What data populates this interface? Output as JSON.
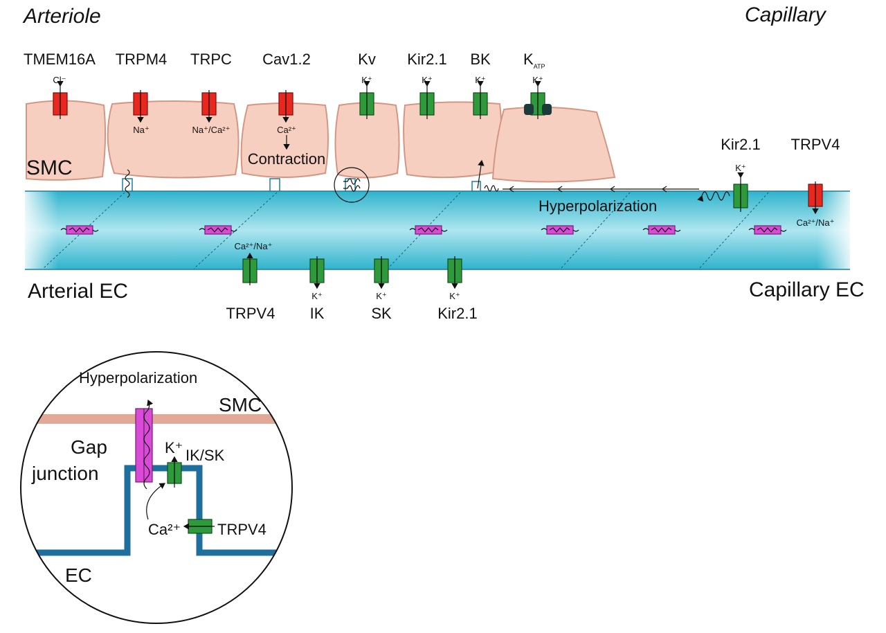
{
  "titles": {
    "left": "Arteriole",
    "right": "Capillary"
  },
  "regions": {
    "smc": "SMC",
    "arterial_ec": "Arterial EC",
    "capillary_ec": "Capillary EC",
    "hyperpolarization": "Hyperpolarization",
    "contraction": "Contraction"
  },
  "smc_channels": [
    {
      "name": "TMEM16A",
      "ion": "Cl⁻",
      "color": "red"
    },
    {
      "name": "TRPM4",
      "ion": "Na⁺",
      "color": "red"
    },
    {
      "name": "TRPC",
      "ion": "Na⁺/Ca²⁺",
      "color": "red"
    },
    {
      "name": "Cav1.2",
      "ion": "Ca²⁺",
      "color": "red"
    },
    {
      "name": "Kv",
      "ion": "K⁺",
      "color": "green"
    },
    {
      "name": "Kir2.1",
      "ion": "K⁺",
      "color": "green"
    },
    {
      "name": "BK",
      "ion": "K⁺",
      "color": "green"
    },
    {
      "name": "K",
      "subscript": "ATP",
      "ion": "K⁺",
      "color": "green"
    }
  ],
  "capillary_channels": [
    {
      "name": "Kir2.1",
      "ion": "K⁺",
      "color": "green"
    },
    {
      "name": "TRPV4",
      "ion": "Ca²⁺/Na⁺",
      "color": "red"
    }
  ],
  "ec_channels": [
    {
      "name": "TRPV4",
      "ion": "Ca²⁺/Na⁺",
      "color": "green"
    },
    {
      "name": "IK",
      "ion": "K⁺",
      "color": "green"
    },
    {
      "name": "SK",
      "ion": "K⁺",
      "color": "green"
    },
    {
      "name": "Kir2.1",
      "ion": "K⁺",
      "color": "green"
    }
  ],
  "inset": {
    "hyperpolarization": "Hyperpolarization",
    "smc": "SMC",
    "gap": "Gap",
    "junction": "junction",
    "k_ion": "K⁺",
    "iksk": "IK/SK",
    "ca_ion": "Ca²⁺",
    "trpv4": "TRPV4",
    "ec": "EC"
  },
  "colors": {
    "smc_cell": "#f7cfc0",
    "endothelium": "#4fc3d8",
    "depolarizing_channel": "#e8281e",
    "hyperpolarizing_channel": "#2e9a3c",
    "gap_junction": "#d94ad6",
    "inset_ec_membrane": "#1f6f9e",
    "inset_smc_membrane": "#e0a998"
  }
}
